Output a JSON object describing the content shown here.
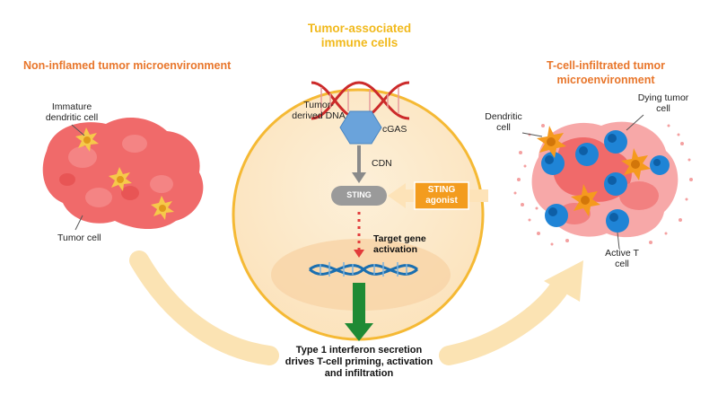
{
  "center": {
    "title_line1": "Tumor-associated",
    "title_line2": "immune cells",
    "dna_label_line1": "Tumor-",
    "dna_label_line2": "derived DNA",
    "cgas_label": "cGAS",
    "cdn_label": "CDN",
    "sting_label": "STING",
    "agonist_line1": "STING",
    "agonist_line2": "agonist",
    "target_line1": "Target gene",
    "target_line2": "activation"
  },
  "left": {
    "title": "Non-inflamed tumor microenvironment",
    "immature_line1": "Immature",
    "immature_line2": "dendritic cell",
    "tumor_cell_label": "Tumor cell"
  },
  "right": {
    "title_line1": "T-cell-infiltrated tumor",
    "title_line2": "microenvironment",
    "dendritic_line1": "Dendritic",
    "dendritic_line2": "cell",
    "dying_line1": "Dying tumor",
    "dying_line2": "cell",
    "active_line1": "Active T",
    "active_line2": "cell"
  },
  "bottom": {
    "line1": "Type 1 interferon secretion",
    "line2": "drives T-cell priming, activation",
    "line3": "and infiltration"
  },
  "colors": {
    "orange_title": "#e8762b",
    "yellow_title": "#f1b91c",
    "tumor_red": "#f06a6a",
    "t_cell_blue": "#1f84d6",
    "flow_arrow": "#fbe3b3",
    "center_fill": "#fdf1dc",
    "dna_red": "#cc2a2a",
    "dna_blue": "#1b6fb0",
    "cgas_hex": "#6aa3db",
    "sting_gray": "#9a9a9a",
    "agonist_orange": "#f39c1e",
    "green_arrow": "#1f8a34"
  }
}
